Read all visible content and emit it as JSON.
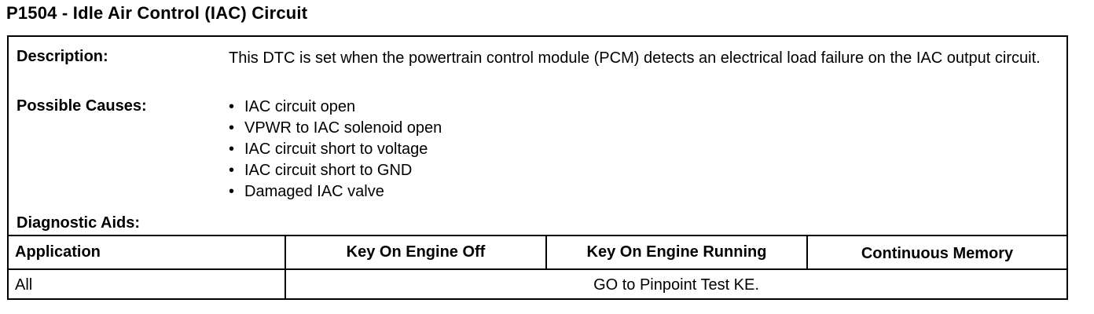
{
  "title": "P1504 - Idle Air Control (IAC) Circuit",
  "description": {
    "label": "Description:",
    "text": "This DTC is set when the powertrain control module (PCM) detects an electrical load failure on the IAC output circuit."
  },
  "possible_causes": {
    "label": "Possible Causes:",
    "bullet": "•",
    "items": [
      "IAC circuit open",
      "VPWR to IAC solenoid open",
      "IAC circuit short to voltage",
      "IAC circuit short to GND",
      "Damaged IAC valve"
    ]
  },
  "diagnostic_aids": {
    "label": "Diagnostic Aids:"
  },
  "table": {
    "headers": [
      "Application",
      "Key On Engine Off",
      "Key On Engine Running",
      "Continuous Memory"
    ],
    "rows": [
      {
        "application": "All",
        "action": "GO to Pinpoint Test KE."
      }
    ]
  }
}
